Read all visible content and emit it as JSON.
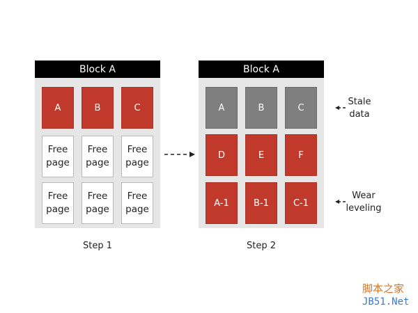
{
  "block1": {
    "title": "Block A",
    "pages": [
      {
        "label": "A",
        "state": "data"
      },
      {
        "label": "B",
        "state": "data"
      },
      {
        "label": "C",
        "state": "data"
      },
      {
        "label": "Free page",
        "state": "free"
      },
      {
        "label": "Free page",
        "state": "free"
      },
      {
        "label": "Free page",
        "state": "free"
      },
      {
        "label": "Free page",
        "state": "free"
      },
      {
        "label": "Free page",
        "state": "free"
      },
      {
        "label": "Free page",
        "state": "free"
      }
    ],
    "step_label": "Step 1"
  },
  "block2": {
    "title": "Block A",
    "pages": [
      {
        "label": "A",
        "state": "stale"
      },
      {
        "label": "B",
        "state": "stale"
      },
      {
        "label": "C",
        "state": "stale"
      },
      {
        "label": "D",
        "state": "data"
      },
      {
        "label": "E",
        "state": "data"
      },
      {
        "label": "F",
        "state": "data"
      },
      {
        "label": "A-1",
        "state": "data"
      },
      {
        "label": "B-1",
        "state": "data"
      },
      {
        "label": "C-1",
        "state": "data"
      }
    ],
    "step_label": "Step 2"
  },
  "annotations": {
    "stale": "Stale data",
    "wear": "Wear leveling"
  },
  "watermark": {
    "cn": "脚本之家",
    "en": "JB51.Net"
  },
  "colors": {
    "data_page": "#c0392b",
    "stale_page": "#7f7f7f",
    "free_page": "#ffffff",
    "block_header": "#000000",
    "block_body": "#e6e6e6"
  }
}
